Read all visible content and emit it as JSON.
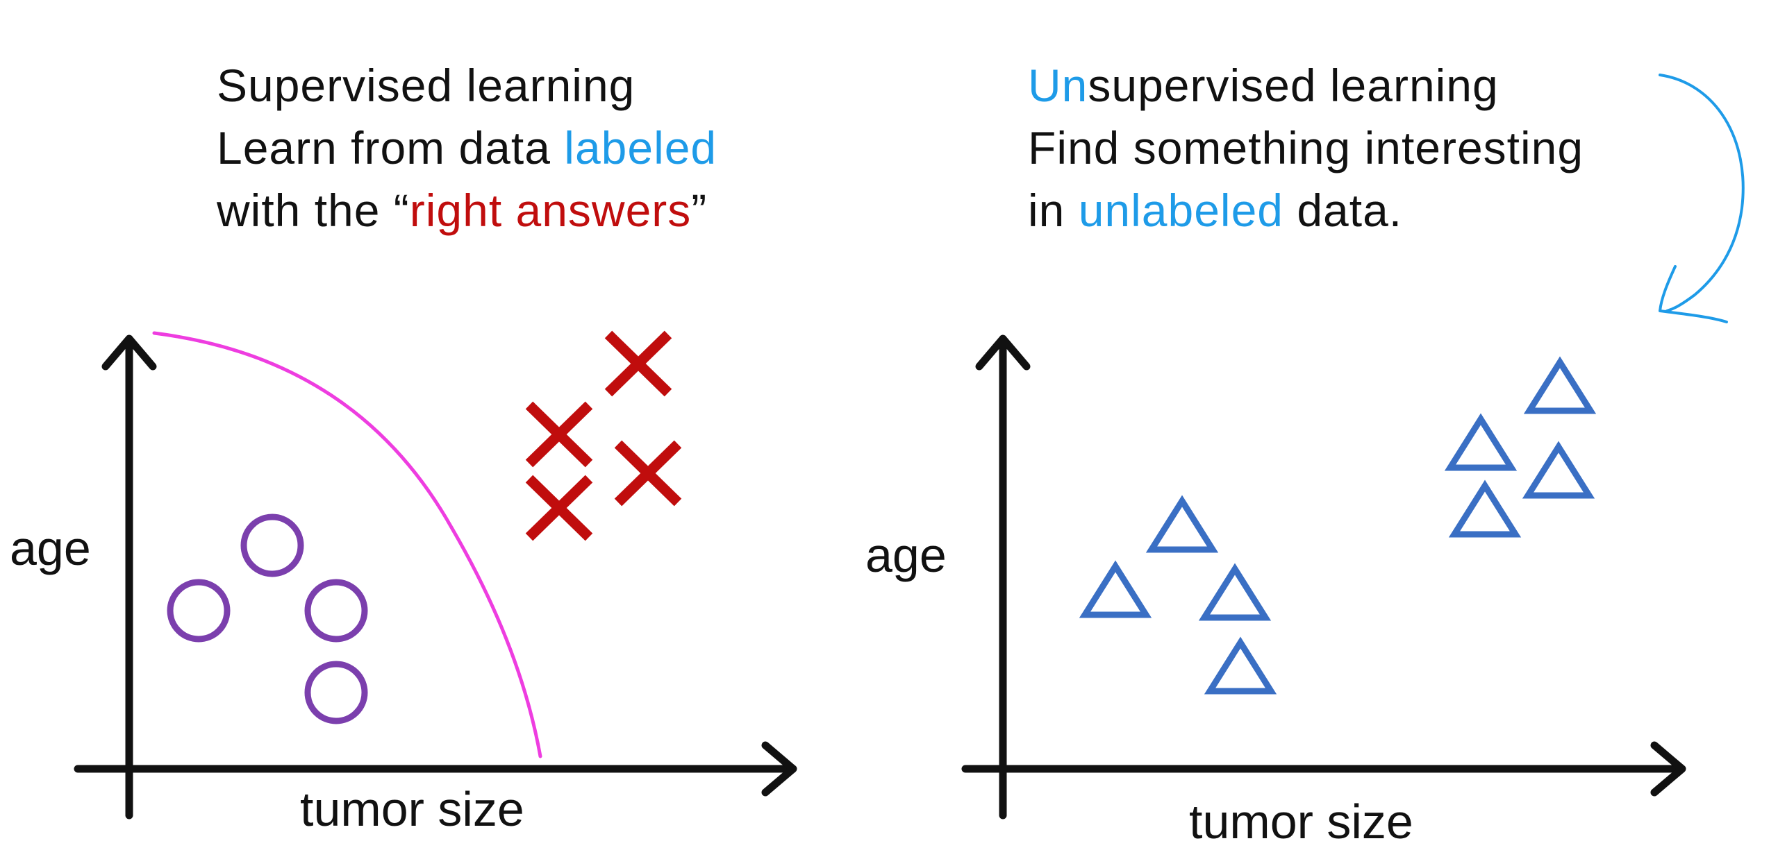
{
  "left": {
    "title": "Supervised learning",
    "line2_prefix": "Learn from data ",
    "line2_highlight": "labeled",
    "line3_prefix": "with the “",
    "line3_highlight": "right answers",
    "line3_suffix": "”",
    "y_label": "age",
    "x_label": "tumor size"
  },
  "right": {
    "title_highlight": "Un",
    "title_rest": "supervised learning",
    "line2": "Find something interesting",
    "line3_prefix": "in ",
    "line3_highlight": "unlabeled",
    "line3_suffix": " data.",
    "y_label": "age",
    "x_label": "tumor size"
  },
  "colors": {
    "text": "#111111",
    "highlight_blue": "#1e9be8",
    "highlight_red": "#c00d0d",
    "circle_marker": "#7b3fad",
    "cross_marker": "#c00d0d",
    "triangle_marker": "#3a6fc4",
    "boundary_curve": "#ee3de0",
    "annotation_arrow": "#1e9be8"
  },
  "icons": [
    "circle-marker",
    "cross-marker",
    "triangle-marker",
    "curved-arrow-icon"
  ]
}
